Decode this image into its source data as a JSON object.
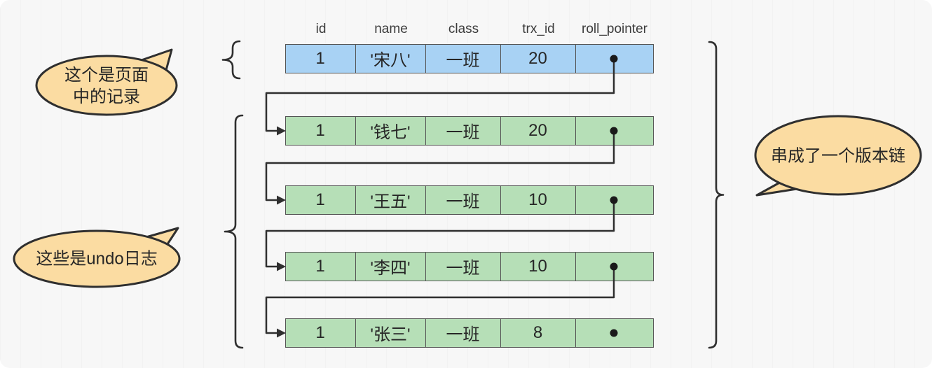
{
  "diagram": {
    "headers": [
      "id",
      "name",
      "class",
      "trx_id",
      "roll_pointer"
    ],
    "rows": [
      {
        "kind": "page-record",
        "id": "1",
        "name": "'宋八'",
        "class": "一班",
        "trx_id": "20"
      },
      {
        "kind": "undo-log",
        "id": "1",
        "name": "'钱七'",
        "class": "一班",
        "trx_id": "20"
      },
      {
        "kind": "undo-log",
        "id": "1",
        "name": "'王五'",
        "class": "一班",
        "trx_id": "10"
      },
      {
        "kind": "undo-log",
        "id": "1",
        "name": "'李四'",
        "class": "一班",
        "trx_id": "10"
      },
      {
        "kind": "undo-log",
        "id": "1",
        "name": "'张三'",
        "class": "一班",
        "trx_id": "8"
      }
    ],
    "callouts": {
      "page_record": {
        "lines": [
          "这个是页面",
          "中的记录"
        ]
      },
      "undo_logs": {
        "lines": [
          "这些是undo日志"
        ]
      },
      "version_chain": {
        "lines": [
          "串成了一个版本链"
        ]
      }
    },
    "colors": {
      "page_record_fill": "#a8d2f4",
      "undo_log_fill": "#b6dfb7",
      "callout_fill": "#fbdca2",
      "stroke": "#2f2f2f",
      "cell_border": "#555555",
      "text": "#262626",
      "dot": "#1a1a1a",
      "background": "#f7f7f7"
    }
  }
}
